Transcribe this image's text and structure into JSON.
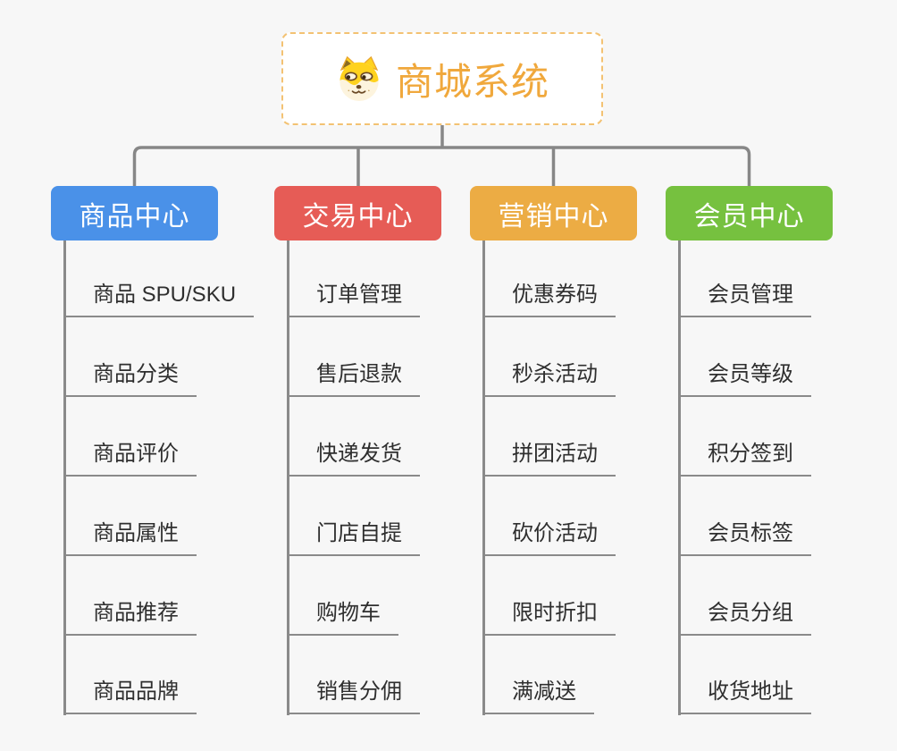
{
  "page": {
    "background_color": "#f7f7f7",
    "connector_color": "#878787"
  },
  "root": {
    "title": "商城系统",
    "icon": "dog-face-icon",
    "text_color": "#f0a83c",
    "border_color": "#f3c273"
  },
  "branches": [
    {
      "label": "商品中心",
      "color": "#4a91e8",
      "children": [
        "商品 SPU/SKU",
        "商品分类",
        "商品评价",
        "商品属性",
        "商品推荐",
        "商品品牌"
      ]
    },
    {
      "label": "交易中心",
      "color": "#e65c56",
      "children": [
        "订单管理",
        "售后退款",
        "快递发货",
        "门店自提",
        "购物车",
        "销售分佣"
      ]
    },
    {
      "label": "营销中心",
      "color": "#ecac44",
      "children": [
        "优惠券码",
        "秒杀活动",
        "拼团活动",
        "砍价活动",
        "限时折扣",
        "满减送"
      ]
    },
    {
      "label": "会员中心",
      "color": "#76c13f",
      "children": [
        "会员管理",
        "会员等级",
        "积分签到",
        "会员标签",
        "会员分组",
        "收货地址"
      ]
    }
  ]
}
